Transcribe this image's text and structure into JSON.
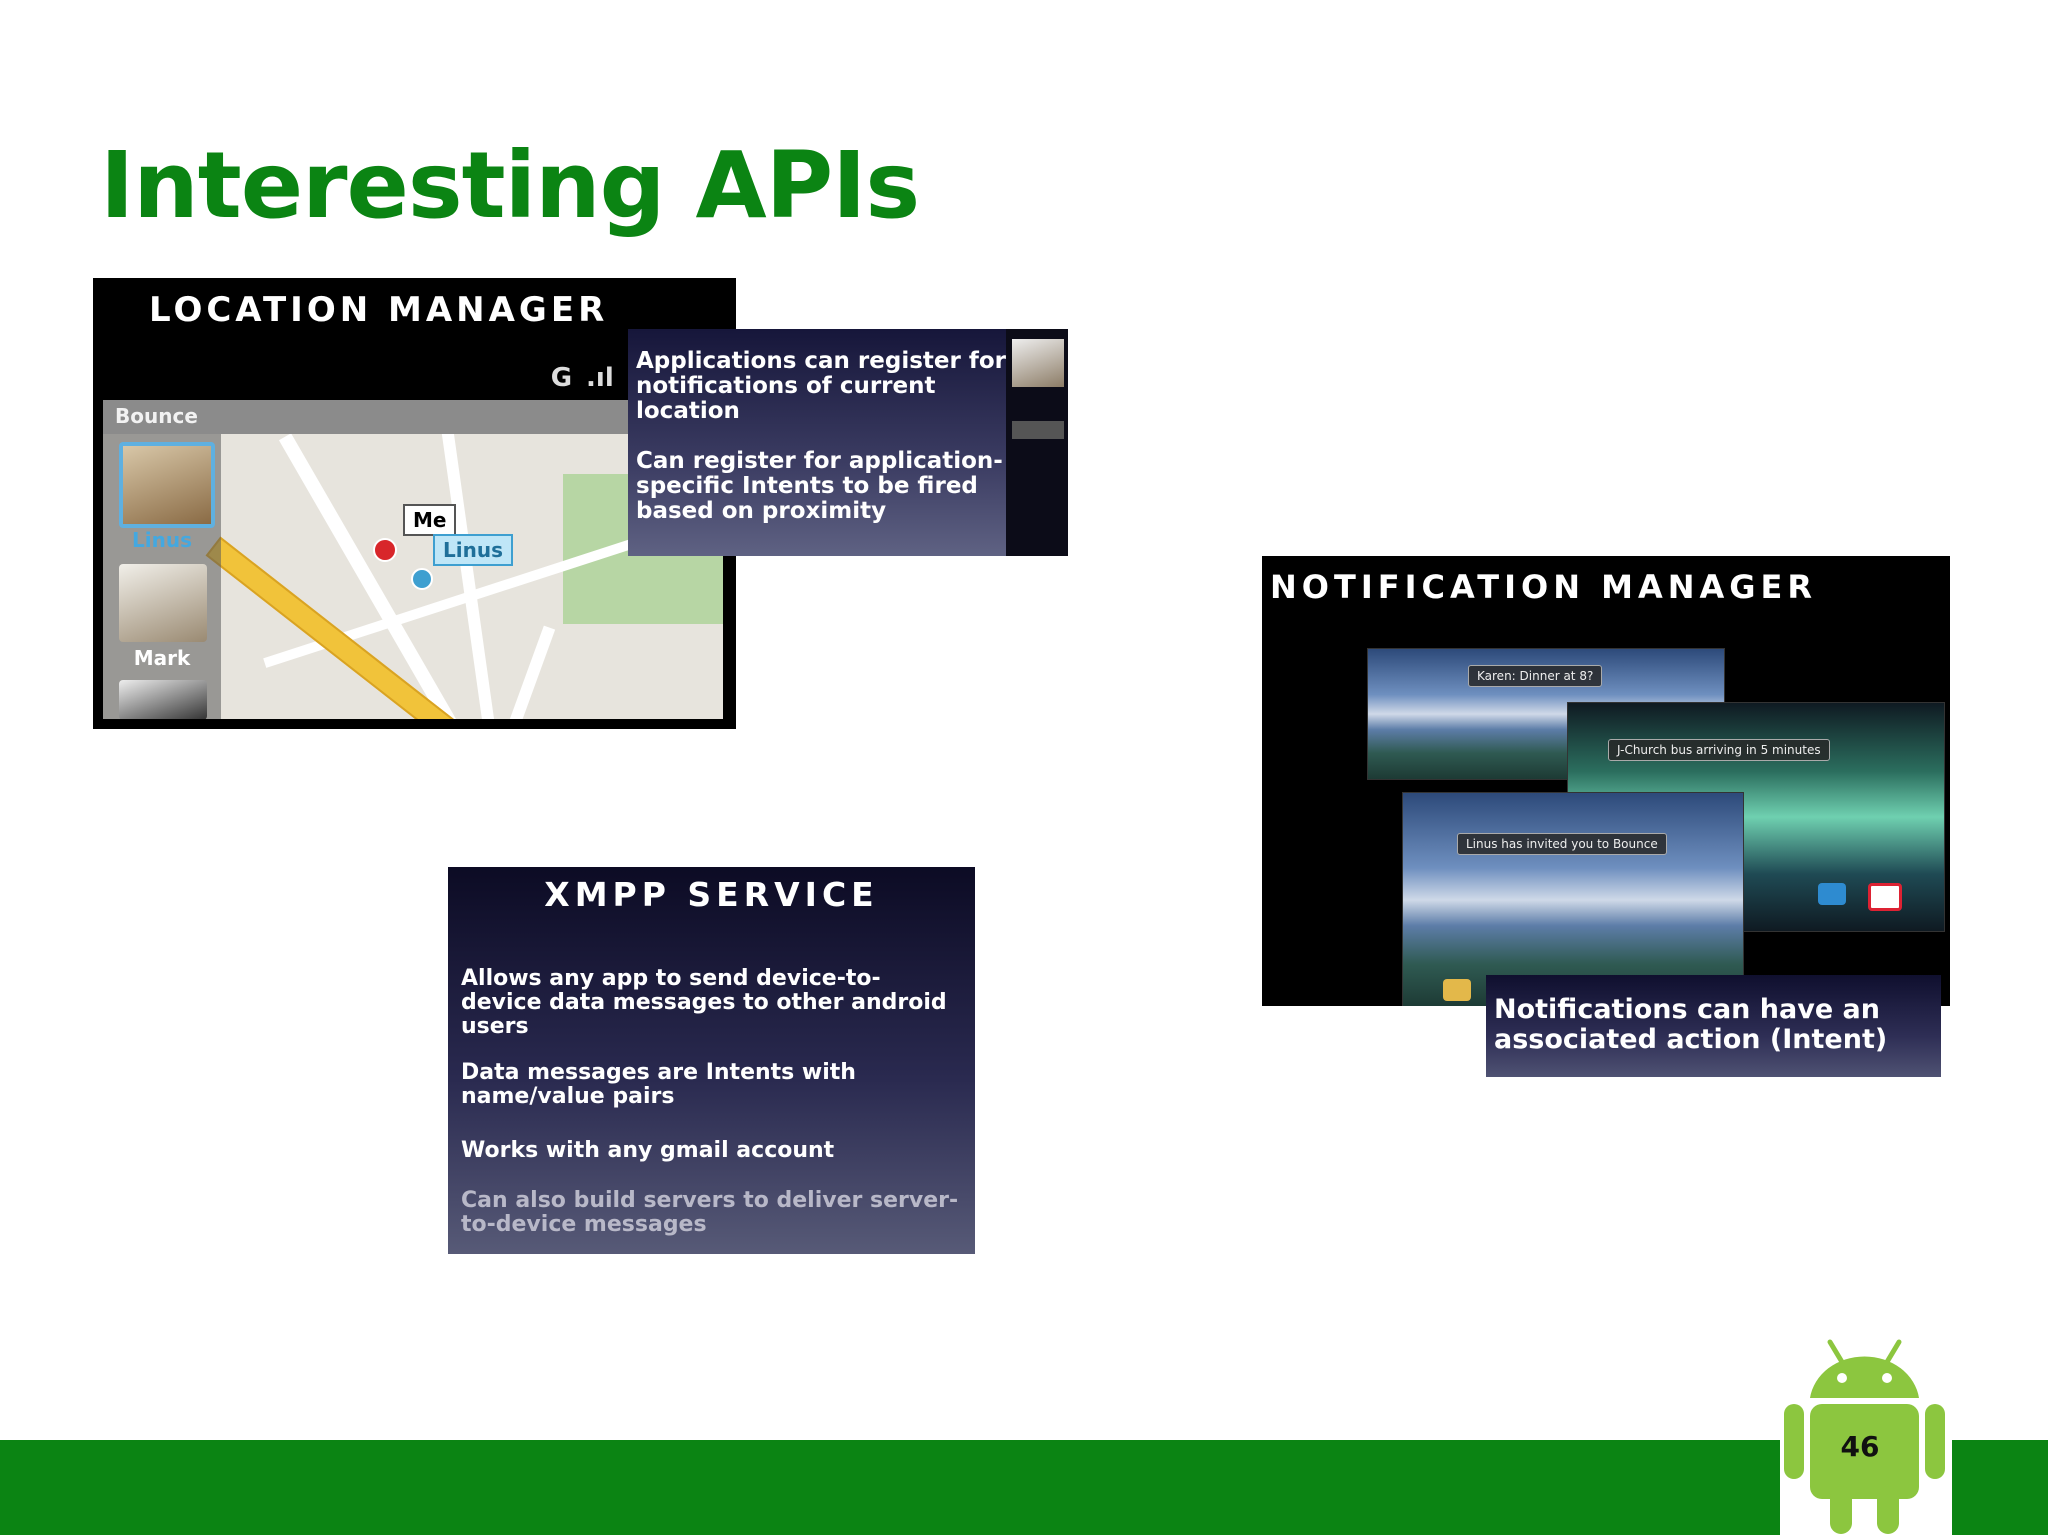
{
  "slide": {
    "title": "Interesting APIs",
    "page_number": "46"
  },
  "location_manager": {
    "heading": "Location Manager",
    "status_icons": [
      "G",
      ".ıl",
      "⚡"
    ],
    "app_name": "Bounce",
    "contacts": [
      "Linus",
      "Mark"
    ],
    "map_labels": [
      "Me",
      "Linus"
    ],
    "callout": {
      "p1": "Applications can register for notifications of current location",
      "p2": "Can register for application-specific Intents to be fired based on proximity"
    }
  },
  "xmpp_service": {
    "heading": "XMPP Service",
    "paragraphs": [
      "Allows any app to send device-to-device data messages to other android users",
      "Data messages are Intents with name/value pairs",
      "Works with any gmail account",
      "Can also build servers to deliver server-to-device messages"
    ]
  },
  "notification_manager": {
    "heading": "Notification Manager",
    "toasts": [
      "Karen: Dinner at 8?",
      "J-Church bus arriving in 5 minutes",
      "Linus has invited you to Bounce"
    ],
    "callout": "Notifications can have an associated action (Intent)"
  },
  "colors": {
    "title_green": "#0b8413",
    "footer_green": "#0b8413",
    "android_green": "#8cc63f"
  }
}
